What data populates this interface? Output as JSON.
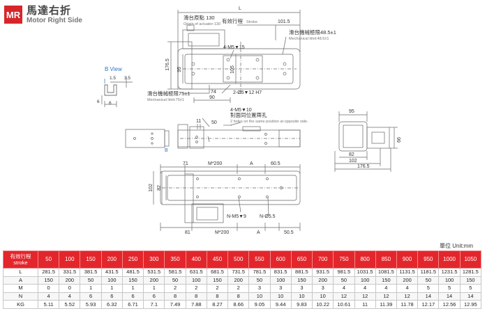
{
  "header": {
    "badge": "MR",
    "title_cn": "馬達右折",
    "title_en": "Motor Right Side"
  },
  "drawing": {
    "dim_L": "L",
    "origin_cn": "滑台原點 130",
    "origin_en": "Origin of actuator:130",
    "stroke_cn": "有效行程",
    "stroke_en": "Stroke",
    "dim_1015": "101.5",
    "mech_r_cn": "滑台機械極限48.5±1",
    "mech_r_en": "Mechanical limit:48.5±1",
    "dim_1765": "176.5",
    "dim_95": "95",
    "dim_105": "105",
    "m5_15": "4-M5▼15",
    "mech_l_cn": "滑台機械極限75±1",
    "mech_l_en": "Mechanical limit:75±1",
    "dim_74": "74",
    "dim_90": "90",
    "pin": "2-Ø5▼12 H7",
    "bview": "B View",
    "b15": "1.5",
    "b35": "3.5",
    "b6a": "6",
    "b6b": "6",
    "m5_10": "4-M5▼10",
    "hole_cn": "對面同位置兩孔",
    "hole_en": "2 holes on the same position at opposite side.",
    "dim_11": "11",
    "dim_50": "50",
    "b_mark": "B",
    "e95": "95",
    "e66": "66",
    "e82": "82",
    "e102": "102",
    "e1765": "176.5",
    "p71": "71",
    "pm200": "M*200",
    "pA": "A",
    "p605": "60.5",
    "p102": "102",
    "p82": "82",
    "pN_m5": "N-M5▼9",
    "pN_d5": "N-Ø5.5",
    "p81": "81",
    "pm200b": "M*200",
    "pAb": "A",
    "p505": "50.5"
  },
  "table": {
    "unit": "單位 Unit:mm",
    "head_cn": "有效行程",
    "head_en": "stroke",
    "strokes": [
      "50",
      "100",
      "150",
      "200",
      "250",
      "300",
      "350",
      "400",
      "450",
      "500",
      "550",
      "600",
      "650",
      "700",
      "750",
      "800",
      "850",
      "900",
      "950",
      "1000",
      "1050"
    ],
    "rows": [
      {
        "label": "L",
        "values": [
          "281.5",
          "331.5",
          "381.5",
          "431.5",
          "481.5",
          "531.5",
          "581.5",
          "631.5",
          "681.5",
          "731.5",
          "781.5",
          "831.5",
          "881.5",
          "931.5",
          "981.5",
          "1031.5",
          "1081.5",
          "1131.5",
          "1181.5",
          "1231.5",
          "1281.5"
        ]
      },
      {
        "label": "A",
        "values": [
          "150",
          "200",
          "50",
          "100",
          "150",
          "200",
          "50",
          "100",
          "150",
          "200",
          "50",
          "100",
          "150",
          "200",
          "50",
          "100",
          "150",
          "200",
          "50",
          "100",
          "150"
        ]
      },
      {
        "label": "M",
        "values": [
          "0",
          "0",
          "1",
          "1",
          "1",
          "1",
          "2",
          "2",
          "2",
          "2",
          "3",
          "3",
          "3",
          "3",
          "4",
          "4",
          "4",
          "4",
          "5",
          "5",
          "5"
        ]
      },
      {
        "label": "N",
        "values": [
          "4",
          "4",
          "6",
          "6",
          "6",
          "6",
          "8",
          "8",
          "8",
          "8",
          "10",
          "10",
          "10",
          "10",
          "12",
          "12",
          "12",
          "12",
          "14",
          "14",
          "14"
        ]
      },
      {
        "label": "KG",
        "values": [
          "5.11",
          "5.52",
          "5.93",
          "6.32",
          "6.71",
          "7.1",
          "7.49",
          "7.88",
          "8.27",
          "8.66",
          "9.05",
          "9.44",
          "9.83",
          "10.22",
          "10.61",
          "11",
          "11.39",
          "11.78",
          "12.17",
          "12.56",
          "12.95"
        ]
      }
    ]
  }
}
